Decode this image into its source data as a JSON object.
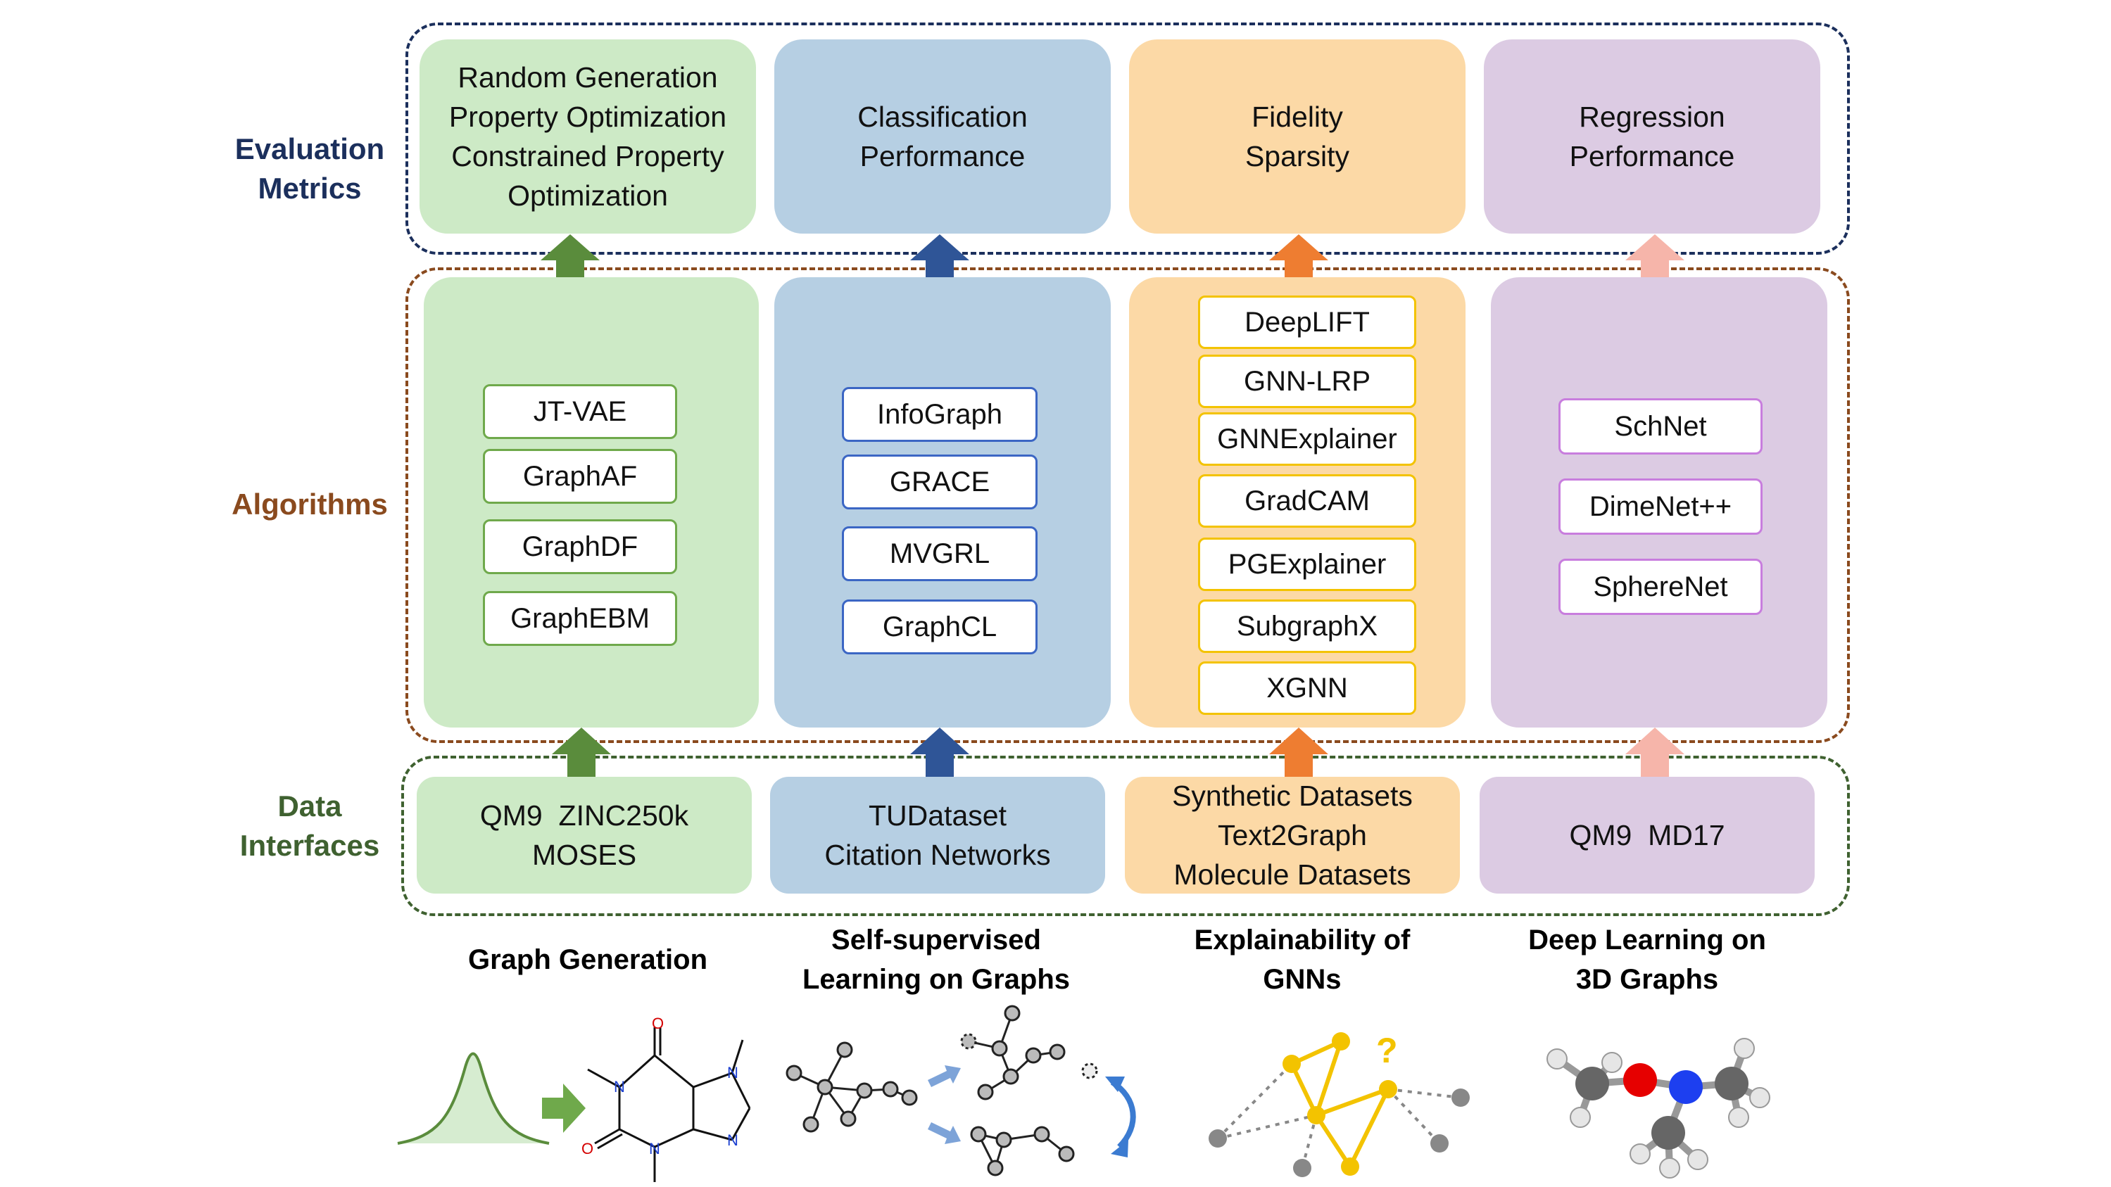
{
  "layers": {
    "evaluation": [
      "Evaluation",
      "Metrics"
    ],
    "algorithms": [
      "Algorithms"
    ],
    "data": [
      "Data",
      "Interfaces"
    ]
  },
  "colors": {
    "green_bg": "#cdeac6",
    "blue_bg": "#b6cfe3",
    "orange_bg": "#fcd9a6",
    "purple_bg": "#dccbe3",
    "eval_border": "#1b2f5c",
    "algo_border": "#8a4a1e",
    "data_border": "#3f6130",
    "green_arrow": "#5a8c3c",
    "blue_arrow": "#2f5597",
    "orange_arrow": "#ee7d31",
    "pink_arrow": "#f6b5aa",
    "green_chip": "#6fa94b",
    "blue_chip": "#3b66c4",
    "orange_chip": "#f3c300",
    "purple_chip": "#c87dde"
  },
  "columns": [
    {
      "id": "graph-generation",
      "metrics": [
        "Random Generation",
        "Property Optimization",
        "Constrained Property",
        "Optimization"
      ],
      "algorithms": [
        "JT-VAE",
        "GraphAF",
        "GraphDF",
        "GraphEBM"
      ],
      "data": [
        "QM9  ZINC250k",
        "MOSES"
      ],
      "caption": [
        "Graph Generation"
      ]
    },
    {
      "id": "self-supervised",
      "metrics": [
        "Classification",
        "Performance"
      ],
      "algorithms": [
        "InfoGraph",
        "GRACE",
        "MVGRL",
        "GraphCL"
      ],
      "data": [
        "TUDataset",
        "Citation Networks"
      ],
      "caption": [
        "Self-supervised",
        "Learning on Graphs"
      ]
    },
    {
      "id": "explainability",
      "metrics": [
        "Fidelity",
        "Sparsity"
      ],
      "algorithms": [
        "DeepLIFT",
        "GNN-LRP",
        "GNNExplainer",
        "GradCAM",
        "PGExplainer",
        "SubgraphX",
        "XGNN"
      ],
      "data": [
        "Synthetic Datasets",
        "Text2Graph",
        "Molecule Datasets"
      ],
      "caption": [
        "Explainability of",
        "GNNs"
      ]
    },
    {
      "id": "3d-graphs",
      "metrics": [
        "Regression",
        "Performance"
      ],
      "algorithms": [
        "SchNet",
        "DimeNet++",
        "SphereNet"
      ],
      "data": [
        "QM9  MD17"
      ],
      "caption": [
        "Deep Learning on",
        "3D Graphs"
      ]
    }
  ],
  "illustration_text": {
    "question_mark": "?"
  }
}
